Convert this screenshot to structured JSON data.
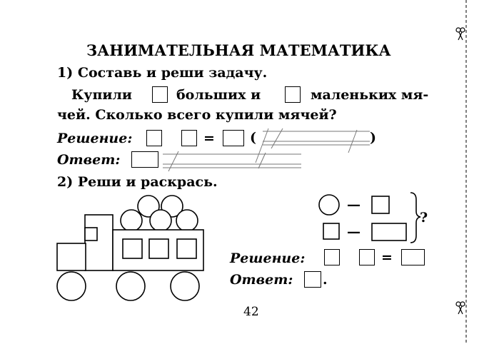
{
  "title": "ЗАНИМАТЕЛЬНАЯ МАТЕМАТИКА",
  "task1": {
    "heading": "1) Составь и реши задачу.",
    "line1_a": "Купили",
    "line1_b": "больших и",
    "line1_c": "маленьких мя-",
    "line2": "чей. Сколько всего купили мячей?",
    "solution_label": "Решение:",
    "equals": "=",
    "paren_open": "(",
    "paren_close": ")",
    "answer_label": "Ответ:"
  },
  "task2": {
    "heading": "2) Реши и раскрась.",
    "dash1": "—",
    "dash2": "—",
    "question_mark": "?",
    "solution_label": "Решение:",
    "equals": "=",
    "answer_label": "Ответ:",
    "answer_period": "."
  },
  "page_number": "42",
  "icons": [
    "scissors-icon",
    "scissors-icon"
  ]
}
